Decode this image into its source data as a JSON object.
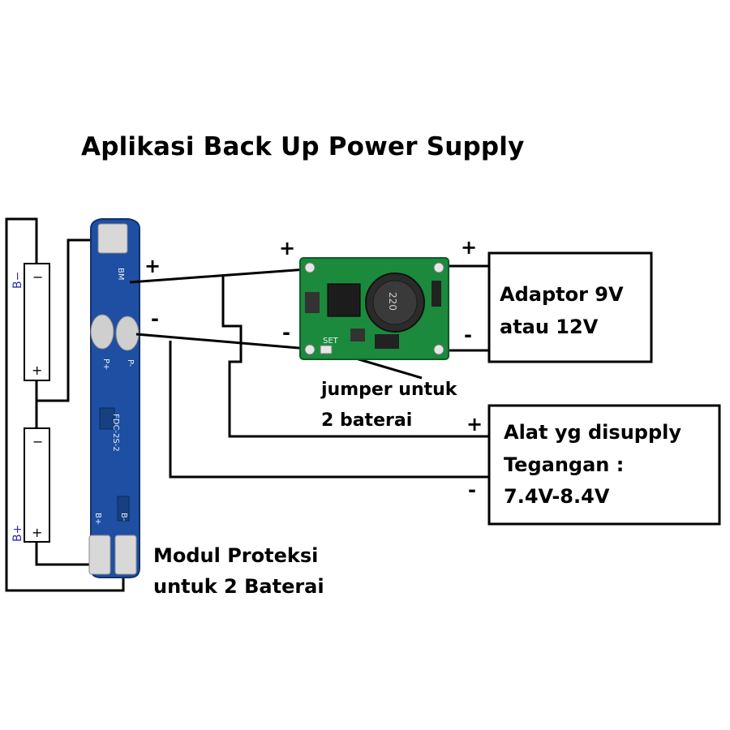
{
  "title": "Aplikasi Back Up Power Supply",
  "labels": {
    "adaptor_line1": "Adaptor 9V",
    "adaptor_line2": "atau 12V",
    "device_line1": "Alat yg disupply",
    "device_line2": "Tegangan :",
    "device_line3": "7.4V-8.4V",
    "jumper_line1": "jumper untuk",
    "jumper_line2": "2 baterai",
    "module_line1": "Modul Proteksi",
    "module_line2": "untuk 2 Baterai"
  },
  "symbols": {
    "plus": "+",
    "minus": "-"
  },
  "pcb": {
    "model": "FDC-2S-2",
    "bm": "BM",
    "p_plus": "P+",
    "p_minus": "P-",
    "b_plus": "B+",
    "b_minus": "B-"
  },
  "battery": {
    "b_minus": "B−",
    "b_plus": "B+",
    "minus": "−",
    "plus": "+"
  },
  "charger": {
    "set_label": "SET",
    "inductor_code": "220"
  },
  "colors": {
    "pcb": "#1e4fa3",
    "charger_pcb": "#1b8a3c",
    "wire": "#000000",
    "pad": "#d8d8d8"
  }
}
